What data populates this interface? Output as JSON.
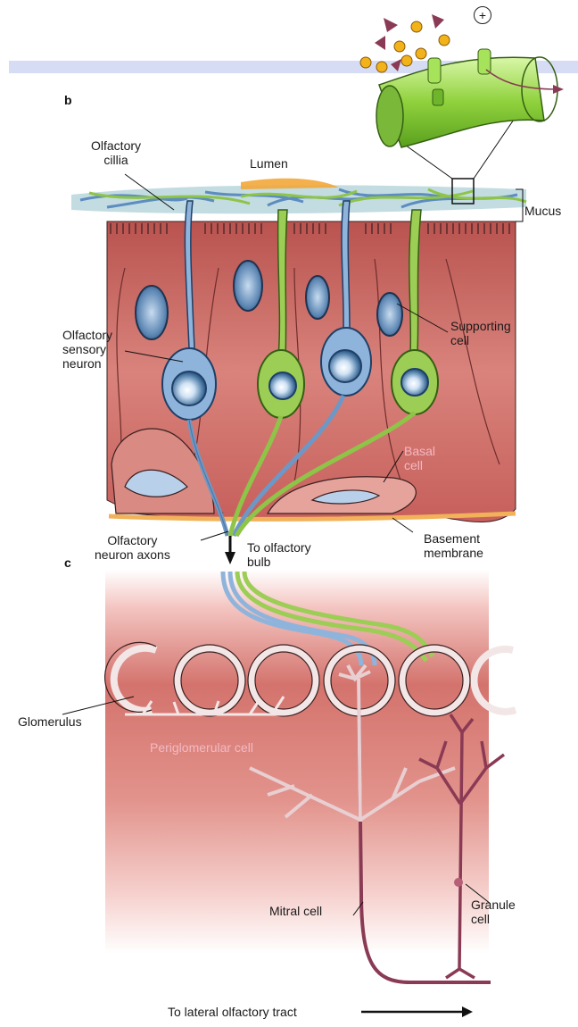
{
  "panels": {
    "b": "b",
    "c": "c"
  },
  "labels": {
    "olfactory_cillia": [
      "Olfactory",
      "cillia"
    ],
    "lumen": "Lumen",
    "mucus": "Mucus",
    "olfactory_sensory_neuron": [
      "Olfactory",
      "sensory",
      "neuron"
    ],
    "supporting_cell": [
      "Supporting",
      "cell"
    ],
    "basal_cell": [
      "Basal",
      "cell"
    ],
    "olfactory_neuron_axons": [
      "Olfactory",
      "neuron axons"
    ],
    "to_olfactory_bulb": [
      "To olfactory",
      "bulb"
    ],
    "basement_membrane": [
      "Basement",
      "membrane"
    ],
    "glomerulus": "Glomerulus",
    "periglomerular_cell": "Periglomerular cell",
    "mitral_cell": "Mitral cell",
    "granule_cell": [
      "Granule",
      "cell"
    ],
    "to_lateral_olfactory_tract": "To lateral olfactory tract",
    "ion_charge": "+"
  },
  "colors": {
    "tissue": "#c9605e",
    "tissue_light": "#e9aaa0",
    "sensory_neuron": "#8fb4dc",
    "green_neuron": "#9ccd55",
    "mucus": "#8fc0c8",
    "basement": "#f2b25a",
    "receptor_channel": "#a6e25a",
    "odorant": "#f2b21a",
    "odorant_alt": "#8a3a54",
    "bulb_outline": "#f3e6e6",
    "mitral": "#e8cfd2",
    "granule": "#8a3a54"
  }
}
